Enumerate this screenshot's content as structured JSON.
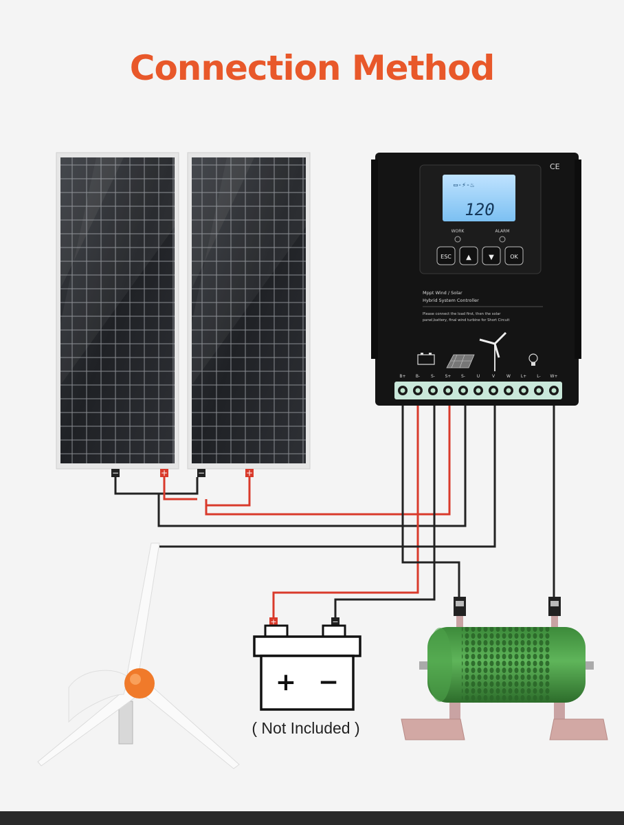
{
  "title": "Connection Method",
  "title_color": "#e8582a",
  "battery": {
    "plus_symbol": "+",
    "minus_symbol": "−",
    "note": "( Not Included )"
  },
  "controller": {
    "lcd_value": "120",
    "buttons": [
      "ESC",
      "▲",
      "▼",
      "OK"
    ],
    "led_labels": [
      "WORK",
      "ALARM"
    ],
    "mark": "CE",
    "text_lines": [
      "Mppt Wind / Solar",
      "Hybrid System Controller",
      "Please connect the load first, then the solar",
      "panel,battery, final wind turbine for Short Circuit"
    ],
    "terminal_labels": [
      "B+",
      "B-",
      "S-",
      "S+",
      "S-",
      "U",
      "V",
      "W",
      "L+",
      "L-",
      "W+"
    ]
  },
  "wire_colors": {
    "positive": "#d93a2b",
    "negative": "#222222"
  },
  "panel_terminal_symbols": {
    "negative": "−",
    "positive": "+"
  }
}
